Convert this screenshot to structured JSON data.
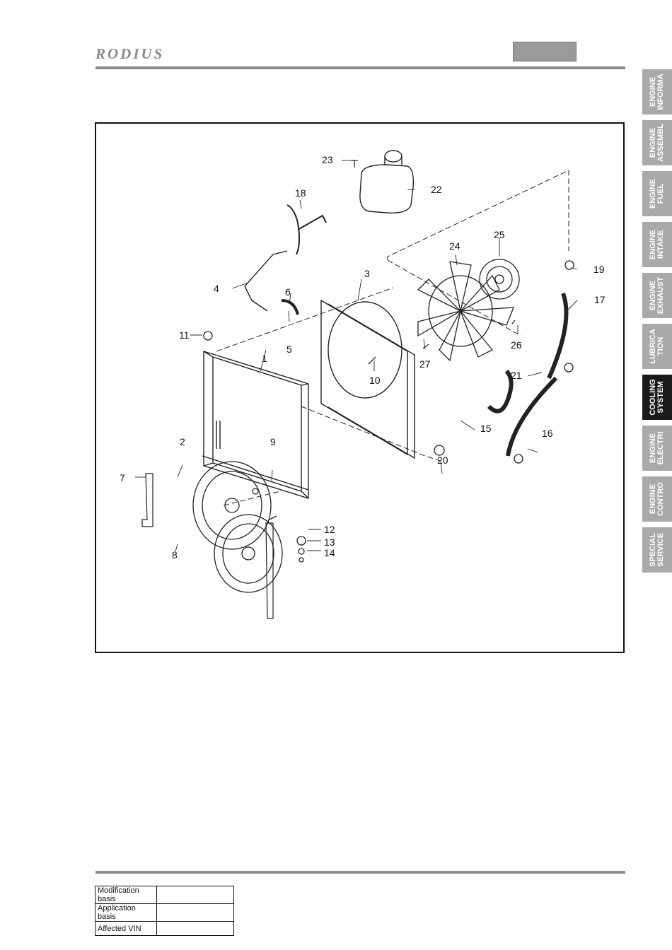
{
  "header": {
    "brand": "RODIUS"
  },
  "side_tabs": [
    {
      "label": "ENGINE\nINFORMA",
      "active": false
    },
    {
      "label": "ENGINE\nASSEMBL",
      "active": false
    },
    {
      "label": "ENGINE\nFUEL",
      "active": false
    },
    {
      "label": "ENGINE\nINTAKE",
      "active": false
    },
    {
      "label": "ENGINE\nEXHAUST",
      "active": false
    },
    {
      "label": "LUBRICA\nTION",
      "active": false
    },
    {
      "label": "COOLING\nSYSTEM",
      "active": true
    },
    {
      "label": "ENGINE\nELECTRI",
      "active": false
    },
    {
      "label": "ENGINE\nCONTRO",
      "active": false
    },
    {
      "label": "SPECIAL\nSERVICE",
      "active": false
    }
  ],
  "diagram": {
    "callouts": [
      "1",
      "2",
      "3",
      "4",
      "5",
      "6",
      "7",
      "8",
      "9",
      "10",
      "11",
      "12",
      "13",
      "14",
      "15",
      "16",
      "17",
      "18",
      "19",
      "20",
      "21",
      "22",
      "23",
      "24",
      "25",
      "26",
      "27"
    ]
  },
  "modification_table": {
    "rows": [
      {
        "label": "Modification basis",
        "value": ""
      },
      {
        "label": "Application basis",
        "value": ""
      },
      {
        "label": "Affected VIN",
        "value": ""
      }
    ]
  }
}
